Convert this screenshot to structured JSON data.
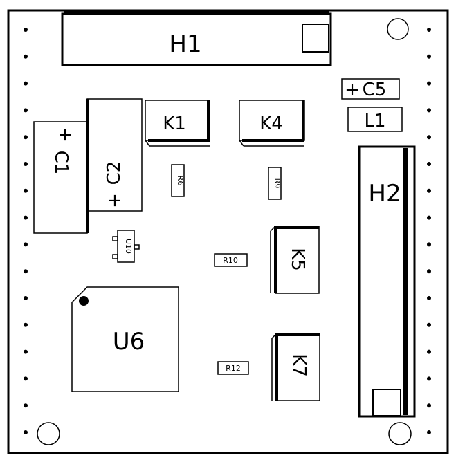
{
  "board": {
    "components": {
      "H1": "H1",
      "H2": "H2",
      "C1": "C1",
      "C2": "C2",
      "C5": "C5",
      "L1": "L1",
      "K1": "K1",
      "K4": "K4",
      "K5": "K5",
      "K7": "K7",
      "R6": "R6",
      "R9": "R9",
      "R10": "R10",
      "R12": "R12",
      "U6": "U6",
      "U10": "U10"
    },
    "polarity_mark": "+",
    "edge_via_count_per_side": 16
  }
}
